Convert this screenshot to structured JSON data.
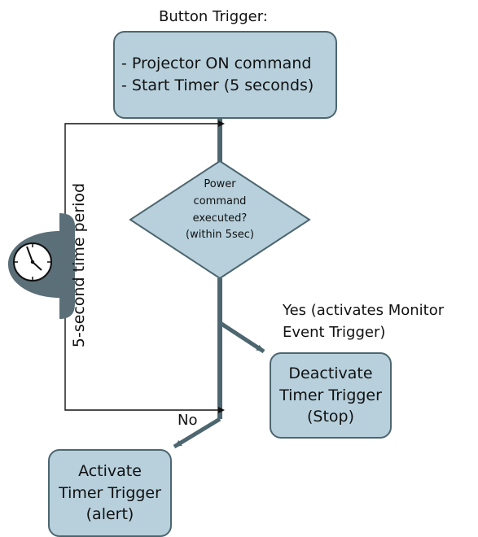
{
  "top_label": "Button Trigger:",
  "start_box": {
    "line1": "- Projector ON command",
    "line2": "- Start Timer (5 seconds)"
  },
  "decision": {
    "line1": "Power",
    "line2": "command",
    "line3": "executed?",
    "line4": "(within 5sec)"
  },
  "yes_label": {
    "line1": "Yes (activates Monitor",
    "line2": "Event Trigger)"
  },
  "no_label": "No",
  "yes_box": {
    "line1": "Deactivate",
    "line2": "Timer Trigger",
    "line3": "(Stop)"
  },
  "no_box": {
    "line1": "Activate",
    "line2": "Timer Trigger",
    "line3": "(alert)"
  },
  "timer_label": "5-second time period",
  "icons": {
    "timer": "clock-icon"
  },
  "colors": {
    "box_fill": "#b7d0dc",
    "box_border": "#4d6670",
    "connector": "#4d6670",
    "clock_fill": "#5b6f78"
  }
}
